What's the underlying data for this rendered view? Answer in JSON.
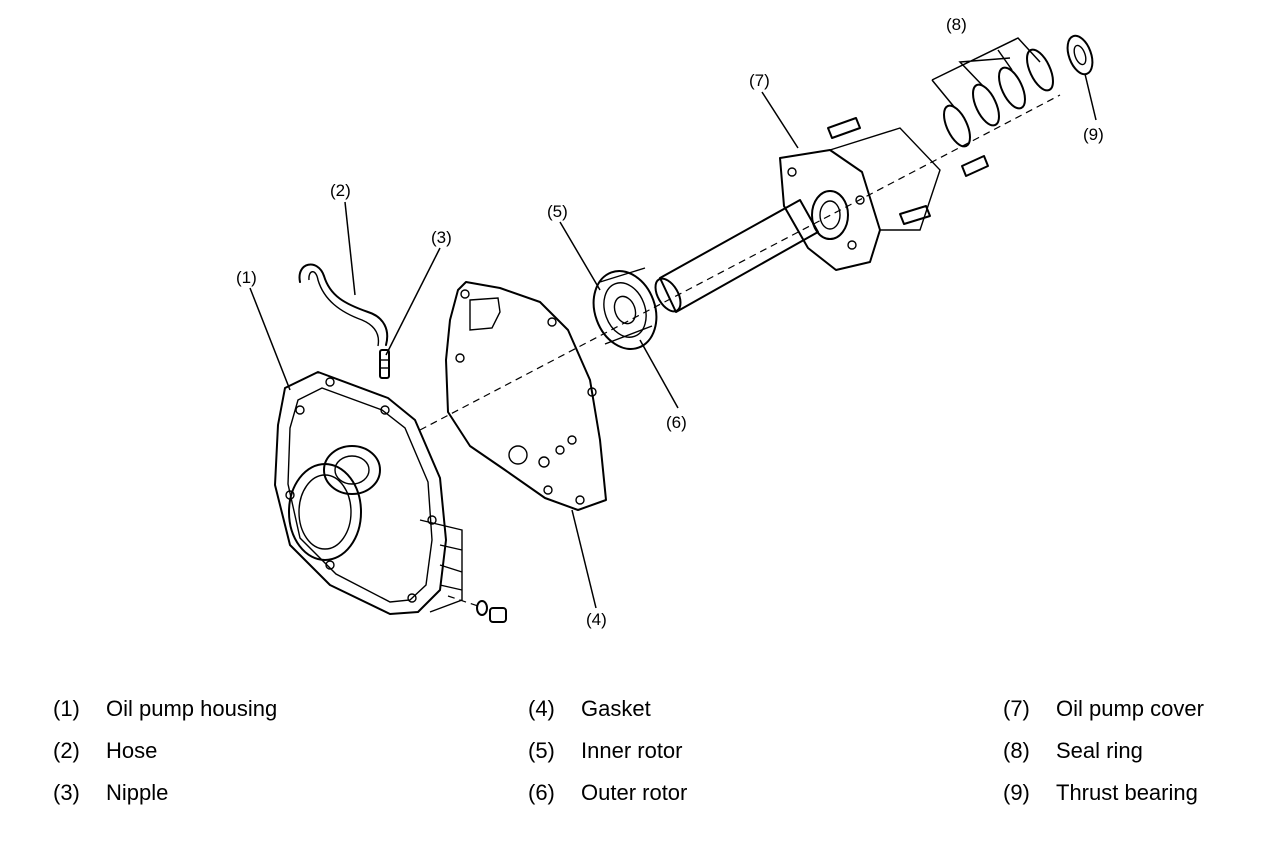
{
  "callouts": [
    "(1)",
    "(2)",
    "(3)",
    "(4)",
    "(5)",
    "(6)",
    "(7)",
    "(8)",
    "(9)"
  ],
  "legend": [
    [
      {
        "num": "(1)",
        "name": "Oil pump housing"
      },
      {
        "num": "(2)",
        "name": "Hose"
      },
      {
        "num": "(3)",
        "name": "Nipple"
      }
    ],
    [
      {
        "num": "(4)",
        "name": "Gasket"
      },
      {
        "num": "(5)",
        "name": "Inner rotor"
      },
      {
        "num": "(6)",
        "name": "Outer rotor"
      }
    ],
    [
      {
        "num": "(7)",
        "name": "Oil pump cover"
      },
      {
        "num": "(8)",
        "name": "Seal ring"
      },
      {
        "num": "(9)",
        "name": "Thrust bearing"
      }
    ]
  ]
}
